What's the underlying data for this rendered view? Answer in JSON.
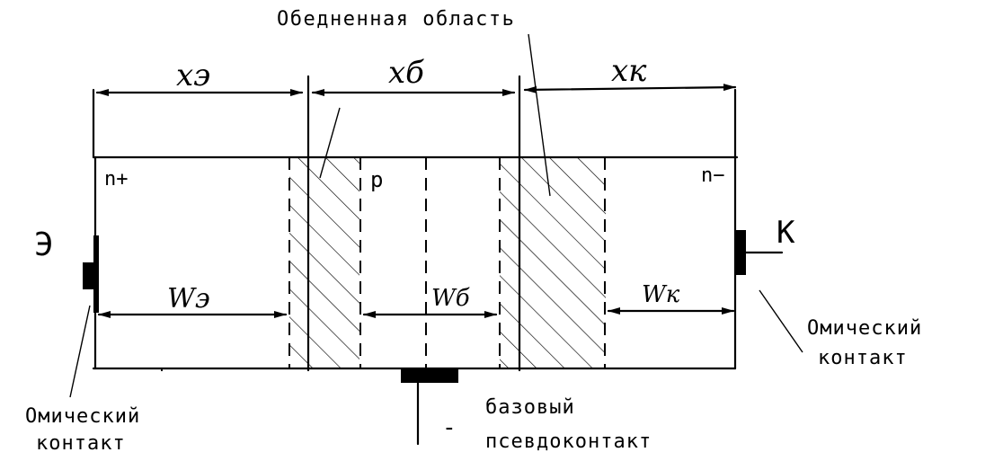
{
  "labels": {
    "depletion_region": "Обедненная область",
    "x_e": "xэ",
    "x_b": "xб",
    "x_k": "xк",
    "n_plus": "n+",
    "p": "p",
    "n_minus": "n−",
    "emitter": "Э",
    "collector": "К",
    "w_e": "Wэ",
    "w_b": "Wб",
    "w_k": "Wк",
    "ohmic_left_1": "Омический",
    "ohmic_left_2": "контакт",
    "ohmic_right_1": "Омический",
    "ohmic_right_2": "контакт",
    "base_pseudo_1": "базовый",
    "base_pseudo_2": "псевдоконтакт",
    "base_minus": "-"
  }
}
